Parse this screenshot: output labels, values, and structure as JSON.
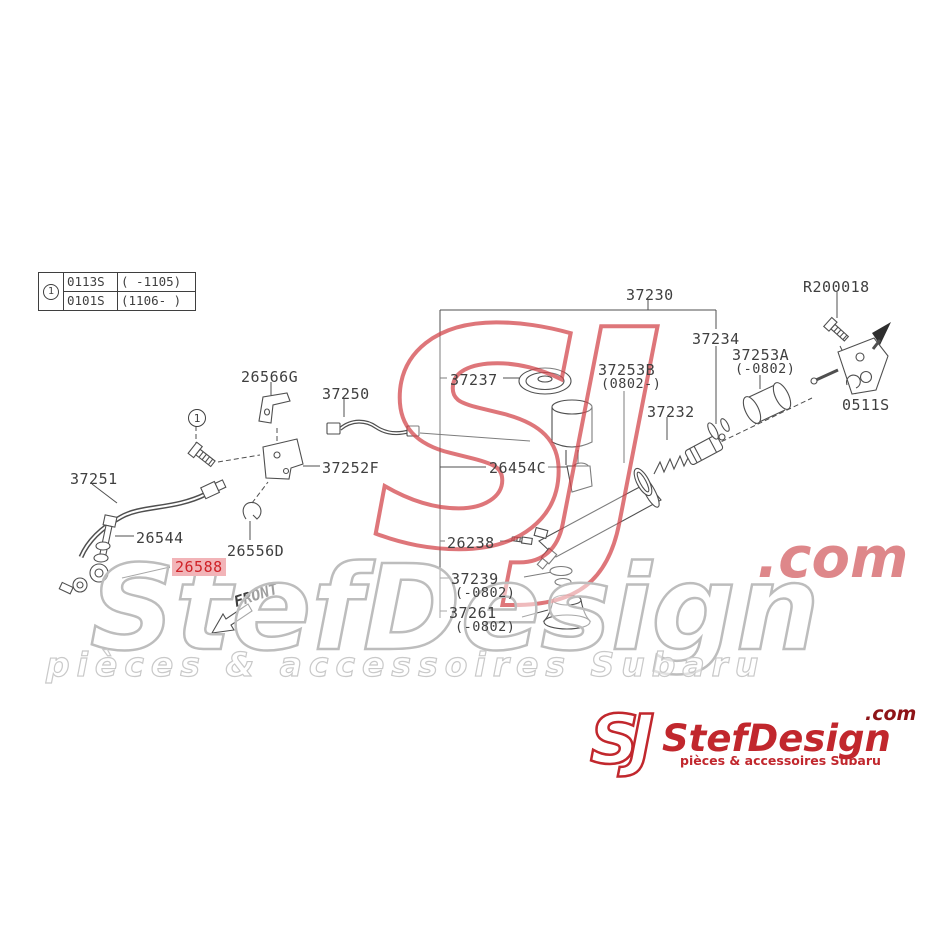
{
  "legend": {
    "marker": "1",
    "rows": [
      {
        "code": "0113S",
        "range": "( -1105)"
      },
      {
        "code": "0101S",
        "range": "(1106- )"
      }
    ]
  },
  "callouts": {
    "c37230": "37230",
    "cR200018": "R200018",
    "c37234": "37234",
    "c37253A": "37253A",
    "c37253A_sub": "(-0802)",
    "c0511S": "0511S",
    "c37253B": "37253B",
    "c37253B_sub": "(0802-)",
    "c37237": "37237",
    "c37232": "37232",
    "c26566G": "26566G",
    "c37250": "37250",
    "c37252F": "37252F",
    "c26454C": "26454C",
    "c37251": "37251",
    "c26544": "26544",
    "c26556D": "26556D",
    "c26588": "26588",
    "c26238": "26238",
    "c37239": "37239",
    "c37239_sub": "(-0802)",
    "c37261": "37261",
    "c37261_sub": "(-0802)",
    "marker1": "1"
  },
  "front_arrow": {
    "label": "FRONT"
  },
  "watermark": {
    "logo_text": "SJ",
    "brand": "StefDesign",
    "tld": ".com",
    "tagline": "pièces & accessoires Subaru"
  },
  "footer_logo": {
    "logo_text": "SJ",
    "brand": "StefDesign",
    "tld": ".com",
    "tagline": "pièces & accessoires Subaru"
  },
  "colors": {
    "line": "#4f4f4f",
    "highlight_bg": "#f2b4b8",
    "highlight_text": "#cf2127",
    "brand_red": "#c1272d",
    "watermark_gray": "#c4c4c4"
  }
}
